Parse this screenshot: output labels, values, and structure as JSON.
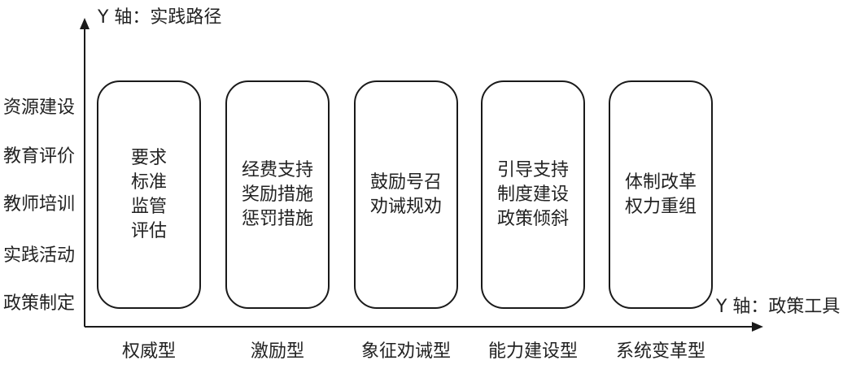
{
  "y_axis": {
    "title": "Y 轴：实践路径",
    "labels": [
      "资源建设",
      "教育评价",
      "教师培训",
      "实践活动",
      "政策制定"
    ]
  },
  "x_axis": {
    "title": "Y 轴：政策工具",
    "labels": [
      "权威型",
      "激励型",
      "象征劝诫型",
      "能力建设型",
      "系统变革型"
    ]
  },
  "boxes": [
    {
      "lines": [
        "要求",
        "标准",
        "监管",
        "评估"
      ]
    },
    {
      "lines": [
        "经费支持",
        "奖励措施",
        "惩罚措施"
      ]
    },
    {
      "lines": [
        "鼓励号召",
        "劝诫规劝"
      ]
    },
    {
      "lines": [
        "引导支持",
        "制度建设",
        "政策倾斜"
      ]
    },
    {
      "lines": [
        "体制改革",
        "权力重组"
      ]
    }
  ]
}
